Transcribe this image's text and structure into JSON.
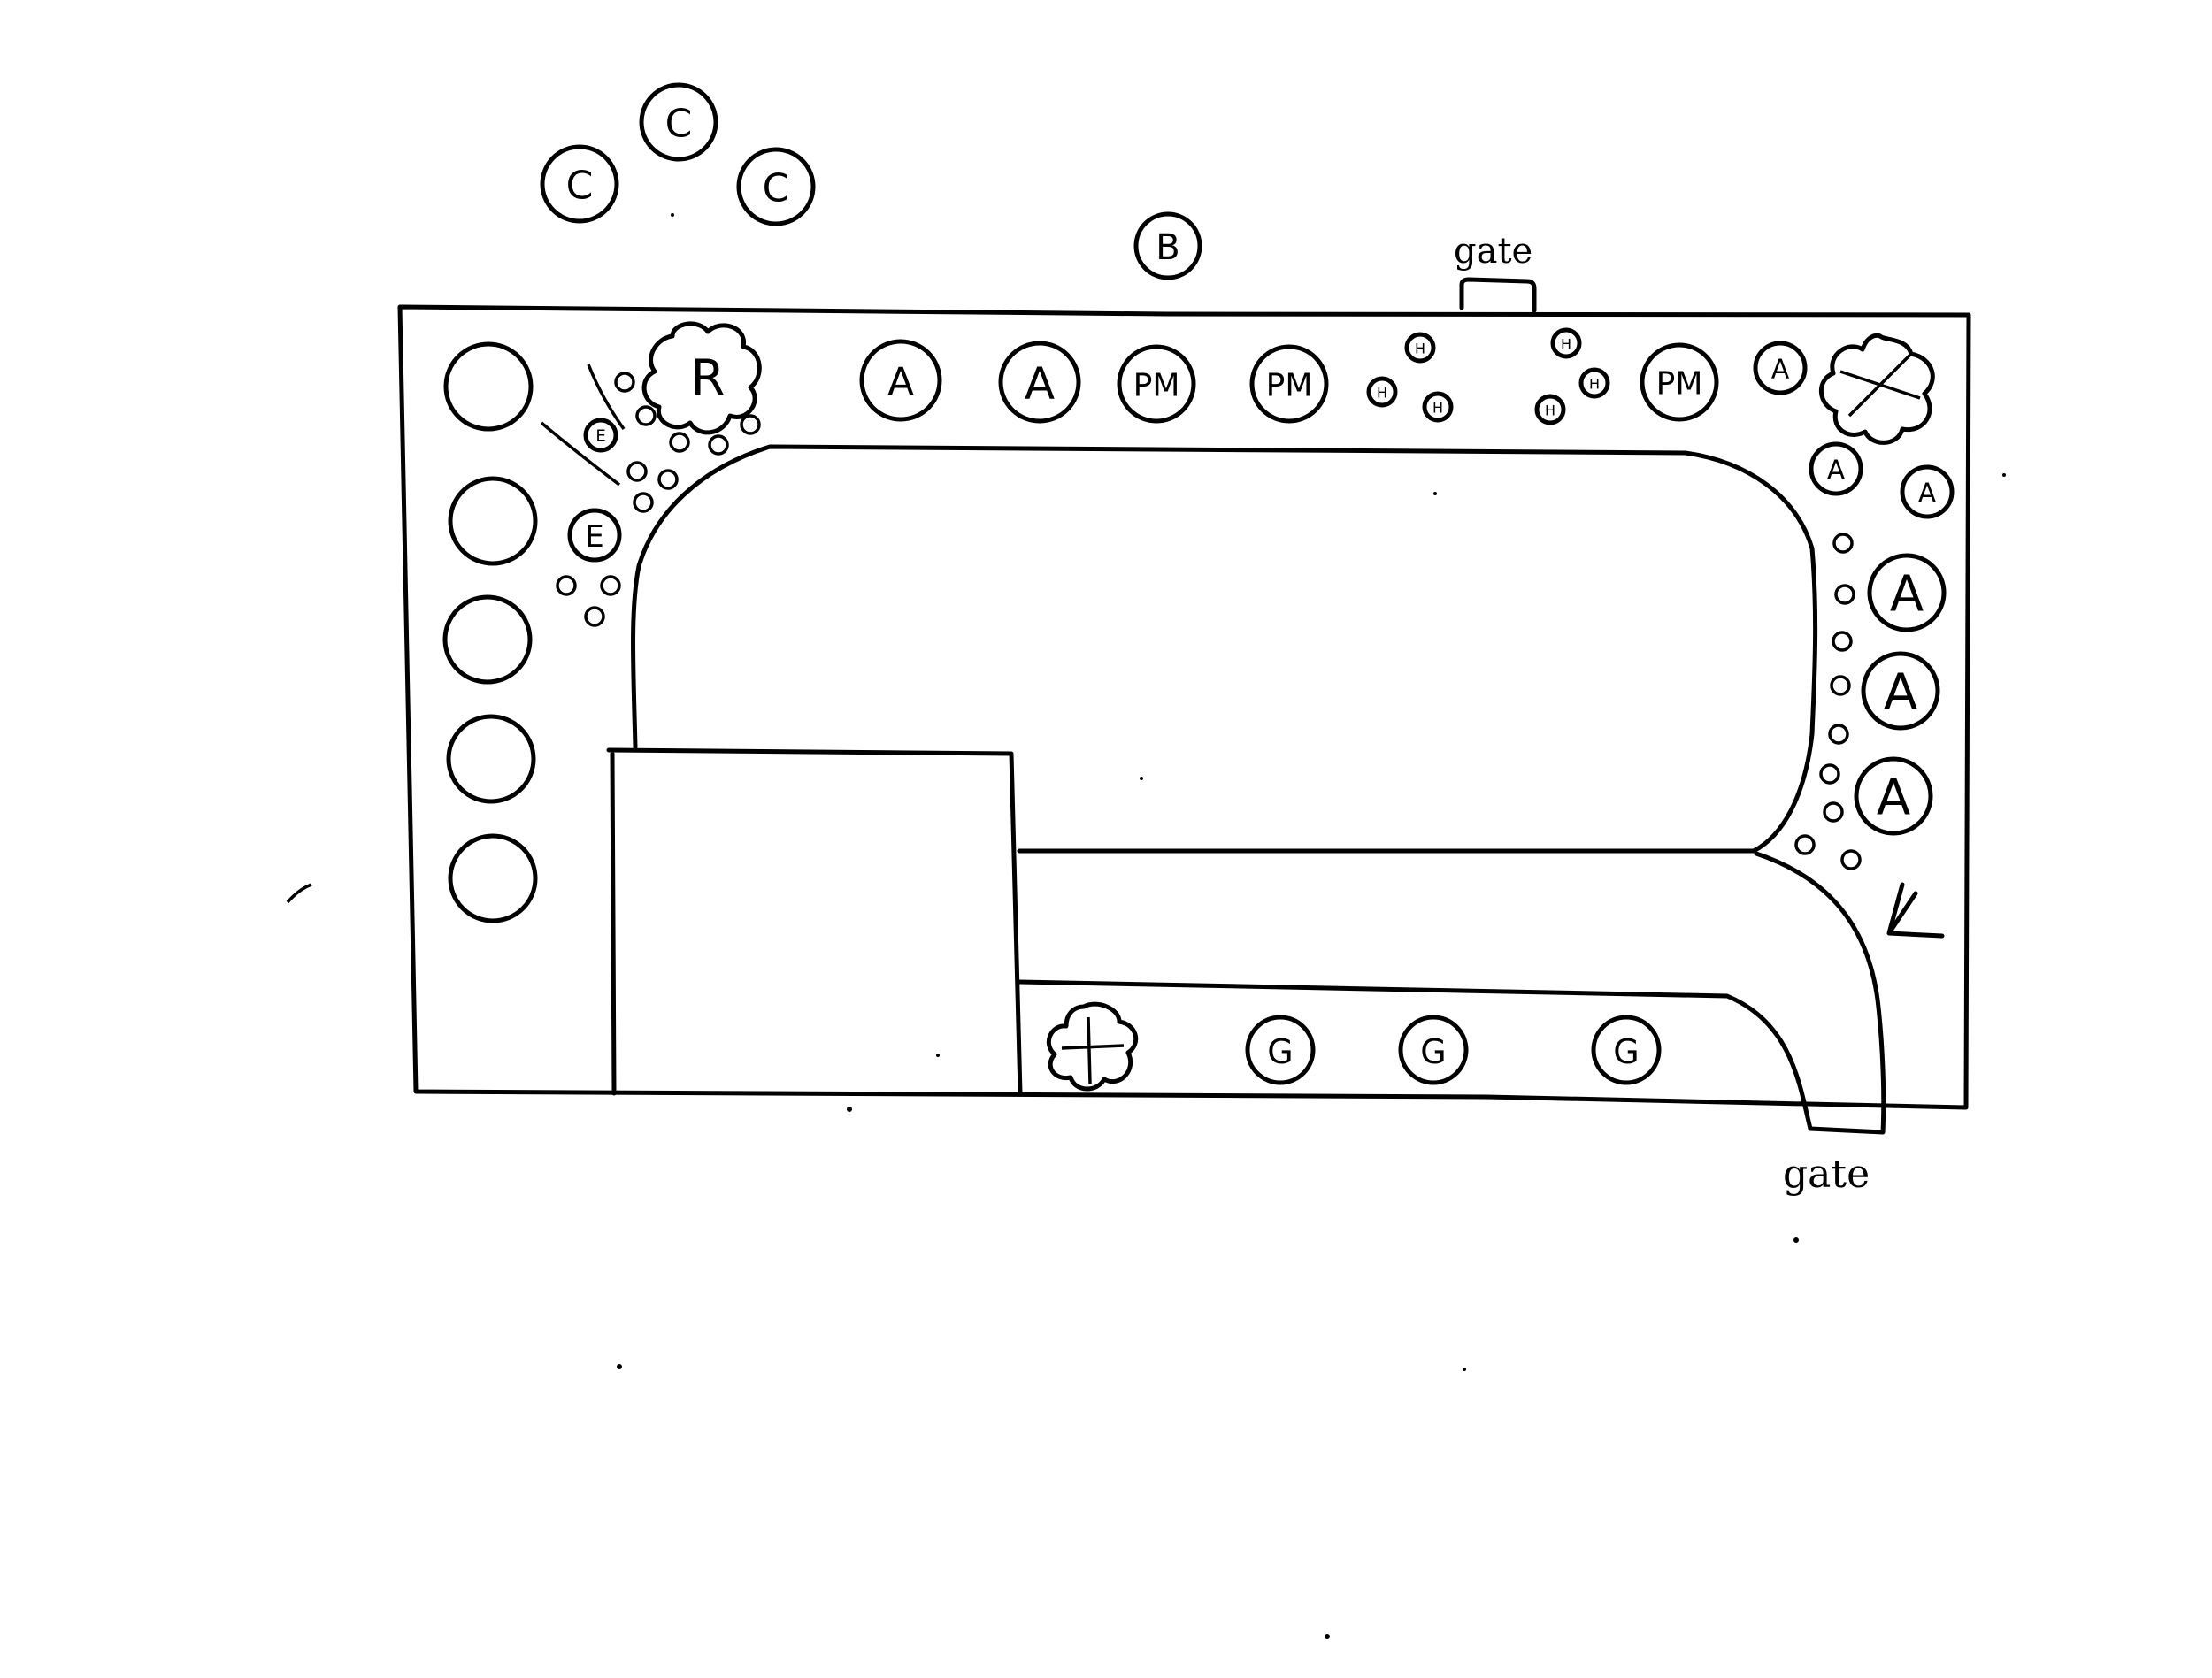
{
  "gates": [
    {
      "label": "gate"
    },
    {
      "label": "gate"
    }
  ],
  "plants": {
    "C": "C",
    "B": "B",
    "A": "A",
    "PM": "PM",
    "H": "H",
    "E": "E",
    "R": "R",
    "G": "G"
  }
}
